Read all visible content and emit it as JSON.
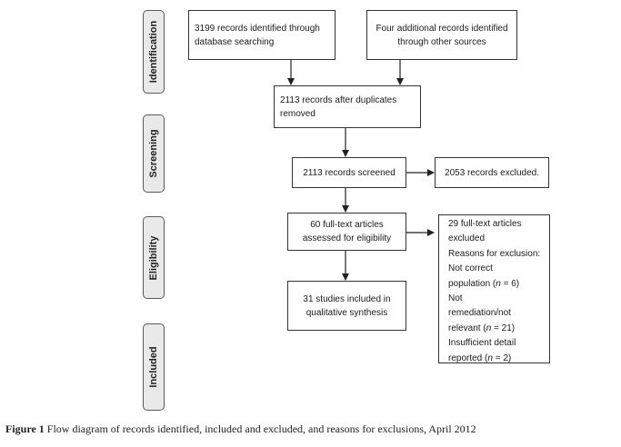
{
  "phases": {
    "identification": "Identification",
    "screening": "Screening",
    "eligibility": "Eligibility",
    "included": "Included"
  },
  "boxes": {
    "database_search": "3199 records identified through database searching",
    "other_sources": "Four additional records identified through other sources",
    "after_duplicates": "2113 records after duplicates removed",
    "screened": "2113 records screened",
    "excluded_screening": "2053 records excluded.",
    "full_text": "60 full-text articles assessed for eligibility",
    "included_studies": "31 studies included in qualitative synthesis"
  },
  "exclusion": {
    "lines": [
      "29 full-text articles",
      "excluded",
      "Reasons for exclusion:",
      "Not correct",
      "population (n = 6)",
      "Not",
      "remediation/not",
      "relevant (n = 21)",
      "Insufficient detail",
      "reported (n = 2)"
    ]
  },
  "caption": {
    "label": "Figure 1",
    "text": " Flow diagram of records identified, included and excluded, and reasons for exclusions, April 2012"
  }
}
